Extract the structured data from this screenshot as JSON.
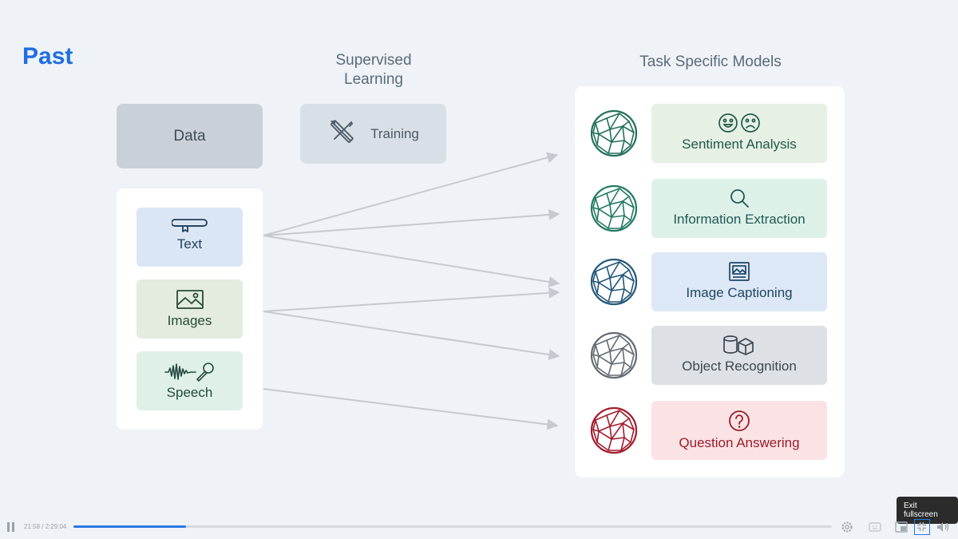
{
  "slide": {
    "title": "Past",
    "supervised_header": "Supervised\nLearning",
    "task_header": "Task Specific Models",
    "data_label": "Data",
    "training_label": "Training"
  },
  "inputs": [
    {
      "label": "Text",
      "icon": "book-icon"
    },
    {
      "label": "Images",
      "icon": "image-icon"
    },
    {
      "label": "Speech",
      "icon": "microphone-waveform-icon"
    }
  ],
  "tasks": [
    {
      "label": "Sentiment Analysis",
      "icon": "emoji-faces-icon",
      "color": "#e6f0e4",
      "text_color": "#1f5a4a",
      "globe_color": "#23705d"
    },
    {
      "label": "Information Extraction",
      "icon": "magnifier-icon",
      "color": "#ddf1e9",
      "text_color": "#1f5a52",
      "globe_color": "#237a66"
    },
    {
      "label": "Image Captioning",
      "icon": "picture-frame-icon",
      "color": "#dde8f6",
      "text_color": "#1f4566",
      "globe_color": "#23587a"
    },
    {
      "label": "Object Recognition",
      "icon": "cubes-icon",
      "color": "#dde1e6",
      "text_color": "#3d4650",
      "globe_color": "#636b73"
    },
    {
      "label": "Question Answering",
      "icon": "question-mark-icon",
      "color": "#fbe3e5",
      "text_color": "#9a1c2a",
      "globe_color": "#a31c2c"
    }
  ],
  "player": {
    "time": "21:58 / 2:29:04",
    "progress": 0.148,
    "tooltip": "Exit fullscreen"
  }
}
